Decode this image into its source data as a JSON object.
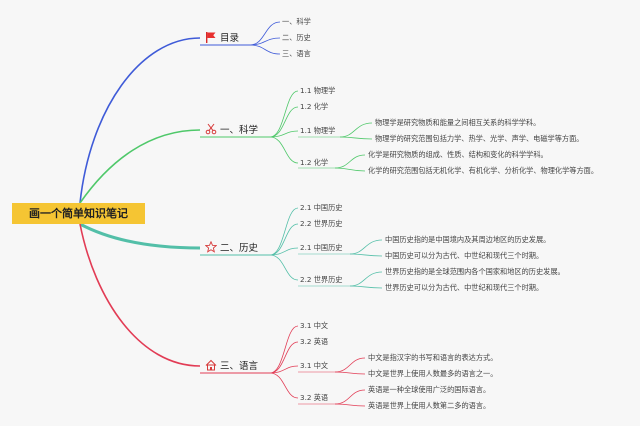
{
  "root": {
    "label": "画一个简单知识笔记"
  },
  "branches": [
    {
      "key": "toc",
      "label": "目录",
      "icon": "flag-icon",
      "color": "#3f5bd8",
      "children": [
        "一、科学",
        "二、历史",
        "三、语言"
      ]
    },
    {
      "key": "science",
      "label": "一、科学",
      "icon": "scissors-icon",
      "color": "#4fc86a",
      "children": [
        {
          "label": "1.1 物理学"
        },
        {
          "label": "1.2 化学"
        },
        {
          "label": "1.1 物理学",
          "details": [
            "物理学是研究物质和能量之间相互关系的科学学科。",
            "物理学的研究范围包括力学、热学、光学、声学、电磁学等方面。"
          ]
        },
        {
          "label": "1.2 化学",
          "details": [
            "化学是研究物质的组成、性质、结构和变化的科学学科。",
            "化学的研究范围包括无机化学、有机化学、分析化学、物理化学等方面。"
          ]
        }
      ]
    },
    {
      "key": "history",
      "label": "二、历史",
      "icon": "star-icon",
      "color": "#53bfa8",
      "children": [
        {
          "label": "2.1 中国历史"
        },
        {
          "label": "2.2 世界历史"
        },
        {
          "label": "2.1 中国历史",
          "details": [
            "中国历史指的是中国境内及其周边地区的历史发展。",
            "中国历史可以分为古代、中世纪和现代三个时期。"
          ]
        },
        {
          "label": "2.2 世界历史",
          "details": [
            "世界历史指的是全球范围内各个国家和地区的历史发展。",
            "世界历史可以分为古代、中世纪和现代三个时期。"
          ]
        }
      ]
    },
    {
      "key": "language",
      "label": "三、语言",
      "icon": "house-icon",
      "color": "#e23c55",
      "children": [
        {
          "label": "3.1 中文"
        },
        {
          "label": "3.2 英语"
        },
        {
          "label": "3.1 中文",
          "details": [
            "中文是指汉字的书写和语言的表达方式。",
            "中文是世界上使用人数最多的语言之一。"
          ]
        },
        {
          "label": "3.2 英语",
          "details": [
            "英语是一种全球使用广泛的国际语言。",
            "英语是世界上使用人数第二多的语言。"
          ]
        }
      ]
    }
  ]
}
